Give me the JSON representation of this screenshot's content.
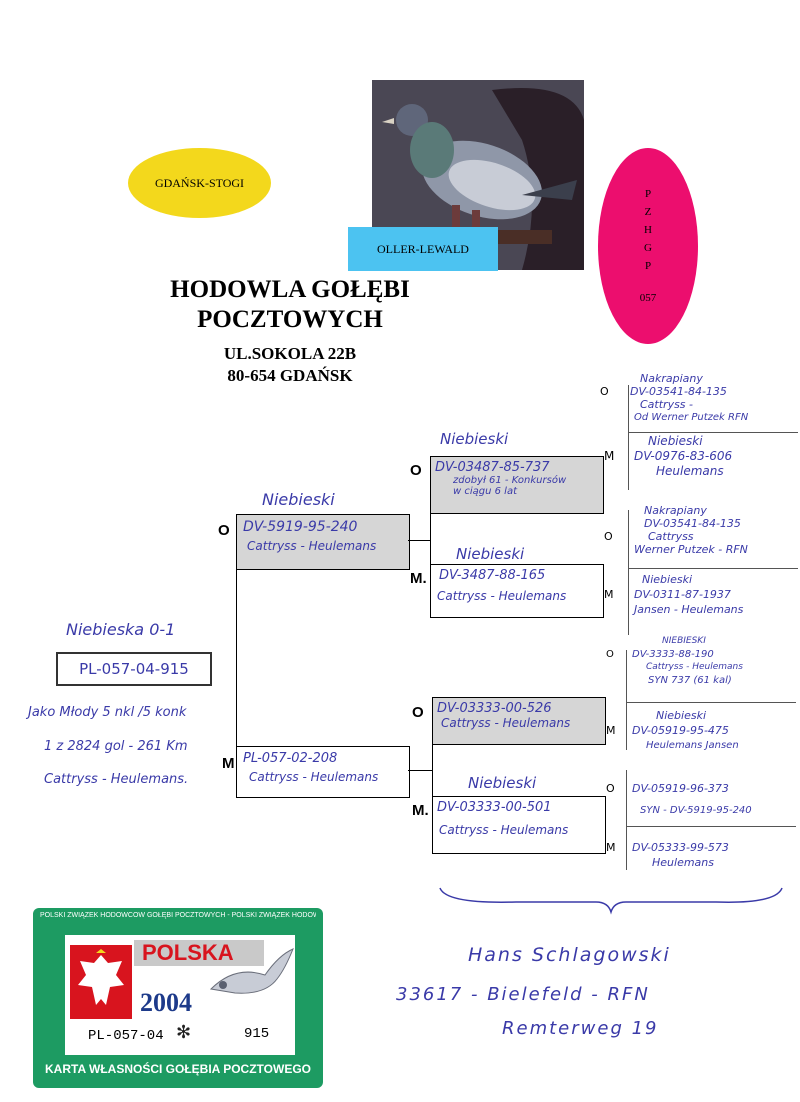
{
  "header": {
    "location_label": "GDAŃSK-STOGI",
    "photo_label": "OLLER-LEWALD",
    "association_letters": [
      "P",
      "Z",
      "H",
      "G",
      "P"
    ],
    "association_number": "057",
    "title_line1": "HODOWLA GOŁĘBI",
    "title_line2": "POCZTOWYCH",
    "address_line1": "UL.SOKOLA 22B",
    "address_line2": "80-654 GDAŃSK"
  },
  "subject": {
    "color": "Niebieska 0-1",
    "ring": "PL-057-04-915",
    "note_line1": "Jako Młody 5 nkl /5 konk",
    "note_line2": "1 z 2824 gol - 261 Km",
    "note_line3": "Cattryss - Heulemans."
  },
  "father": {
    "marker": "O",
    "color": "Niebieski",
    "ring": "DV-5919-95-240",
    "breed": "Cattryss - Heulemans"
  },
  "mother": {
    "marker": "M",
    "ring": "PL-057-02-208",
    "breed": "Cattryss - Heulemans"
  },
  "ff": {
    "marker": "O",
    "color": "Niebieski",
    "ring": "DV-03487-85-737",
    "note1": "zdobył 61 - Konkursów",
    "note2": "w ciągu 6 lat"
  },
  "fm": {
    "marker": "M.",
    "color": "Niebieski",
    "ring": "DV-3487-88-165",
    "breed": "Cattryss - Heulemans"
  },
  "mf": {
    "marker": "O",
    "ring": "DV-03333-00-526",
    "breed": "Cattryss - Heulemans"
  },
  "mm": {
    "marker": "M.",
    "color": "Niebieski",
    "ring": "DV-03333-00-501",
    "breed": "Cattryss - Heulemans"
  },
  "gen3": {
    "e1": {
      "marker": "O",
      "l1": "Nakrapiany",
      "l2": "DV-03541-84-135",
      "l3": "Cattryss -",
      "l4": "Od Werner Putzek RFN"
    },
    "e2": {
      "marker": "M",
      "l1": "Niebieski",
      "l2": "DV-0976-83-606",
      "l3": "Heulemans"
    },
    "e3": {
      "marker": "O",
      "l1": "Nakrapiany",
      "l2": "DV-03541-84-135",
      "l3": "Cattryss",
      "l4": "Werner Putzek - RFN"
    },
    "e4": {
      "marker": "M",
      "l1": "Niebieski",
      "l2": "DV-0311-87-1937",
      "l3": "Jansen - Heulemans"
    },
    "e5": {
      "marker": "O",
      "l1": "NIEBIESKI",
      "l2": "DV-3333-88-190",
      "l3": "Cattryss - Heulemans",
      "l4": "SYN 737 (61 kal)"
    },
    "e6": {
      "marker": "M",
      "l1": "Niebieski",
      "l2": "DV-05919-95-475",
      "l3": "Heulemans Jansen"
    },
    "e7": {
      "marker": "O",
      "l2": "DV-05919-96-373",
      "l3": "SYN - DV-5919-95-240"
    },
    "e8": {
      "marker": "M",
      "l2": "DV-05333-99-573",
      "l3": "Heulemans"
    }
  },
  "owner": {
    "name": "Hans Schlagowski",
    "city": "33617 - Bielefeld - RFN",
    "street": "Remterweg 19"
  },
  "card": {
    "border_text": "POLSKI ZWIĄZEK HODOWCÓW GOŁĘBI POCZTOWYCH - POLSKI ZWIĄZEK HODOWCÓW GOŁĘBI POCZTOWYCH",
    "country": "POLSKA",
    "year": "2004",
    "ring_prefix": "PL-057-04",
    "ring_number": "915",
    "footer": "KARTA WŁASNOŚCI GOŁĘBIA POCZTOWEGO"
  },
  "colors": {
    "yellow": "#f3d81c",
    "blue": "#4cc3f1",
    "pink": "#ec0e6e",
    "card_green": "#1d9b62",
    "ink": "#3a3aa8"
  }
}
